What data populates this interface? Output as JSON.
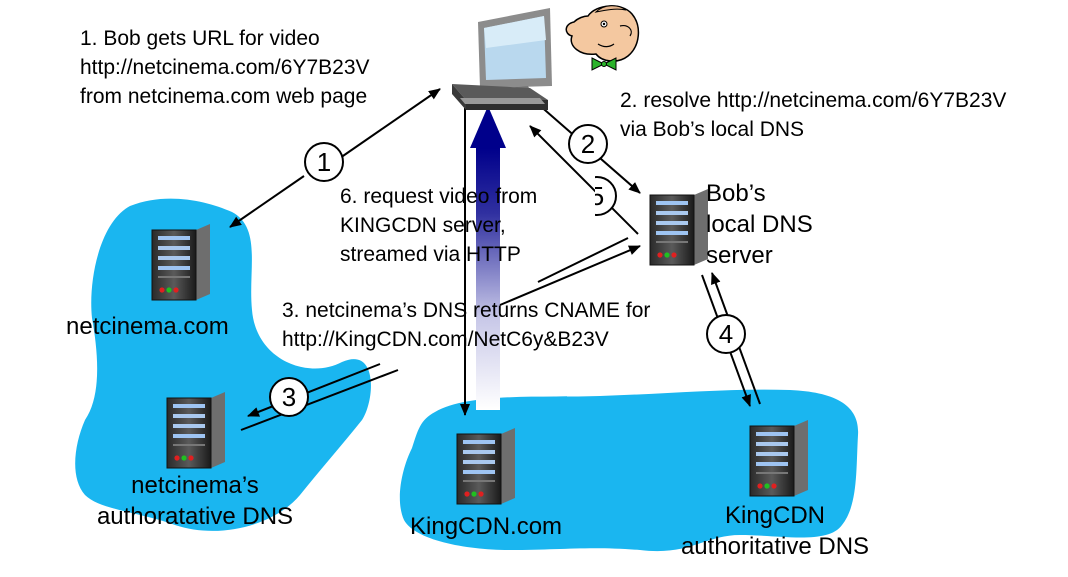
{
  "labels": {
    "step1": [
      "1. Bob gets URL for video",
      "http://netcinema.com/6Y7B23V",
      "from netcinema.com web page"
    ],
    "step2": [
      "2. resolve http://netcinema.com/6Y7B23V",
      "via Bob’s local DNS"
    ],
    "step6": [
      "6. request video from",
      "KINGCDN server,",
      "streamed via HTTP"
    ],
    "step3": [
      "3. netcinema’s DNS returns CNAME for",
      "http://KingCDN.com/NetC6y&B23V"
    ],
    "bobs_dns": [
      "Bob’s",
      "local DNS",
      "server"
    ],
    "netcinema": "netcinema.com",
    "netcinema_dns": [
      "netcinema’s",
      "authoratative DNS"
    ],
    "kingcdn": "KingCDN.com",
    "kingcdn_dns": [
      "KingCDN",
      "authoritative DNS"
    ]
  },
  "steps": [
    "1",
    "2",
    "3",
    "4",
    "5"
  ],
  "icons": {
    "computer": "desktop-computer-icon",
    "user": "bob-cartoon-icon",
    "server": "server-rack-icon"
  },
  "colors": {
    "cloud": "#1ab6f0",
    "request_arrow": "#00008b",
    "arrow": "#000000"
  }
}
